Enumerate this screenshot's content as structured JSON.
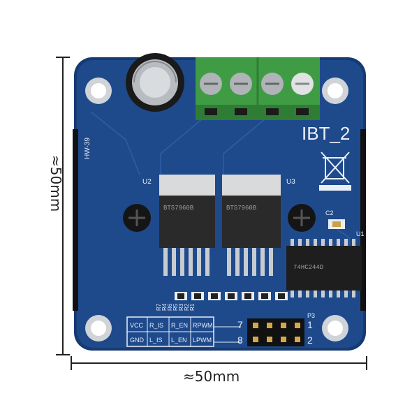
{
  "dimensions": {
    "width_label": "≈50mm",
    "height_label": "≈50mm"
  },
  "board": {
    "name": "IBT_2",
    "model": "HW-39",
    "colors": {
      "pcb": "#1e4a8c",
      "pcb_edge": "#163a72",
      "terminal": "#4caf50",
      "silk": "#e8eef8"
    },
    "components": {
      "u2": "U2",
      "u3": "U3",
      "u1": "U1",
      "c2": "C2",
      "p3": "P3",
      "chip_u2": "BTS7960B",
      "chip_u3": "BTS7960B",
      "chip_u1": "74HC244D",
      "resistors": [
        "R7",
        "R4",
        "R6",
        "R5",
        "R3",
        "R2",
        "R1"
      ]
    },
    "pin_table": {
      "row1": [
        "VCC",
        "R_IS",
        "R_EN",
        "RPWM"
      ],
      "row2": [
        "GND",
        "L_IS",
        "L_EN",
        "LPWM"
      ]
    },
    "header_numbers": {
      "n7": "7",
      "n1": "1",
      "n8": "8",
      "n2": "2"
    }
  }
}
